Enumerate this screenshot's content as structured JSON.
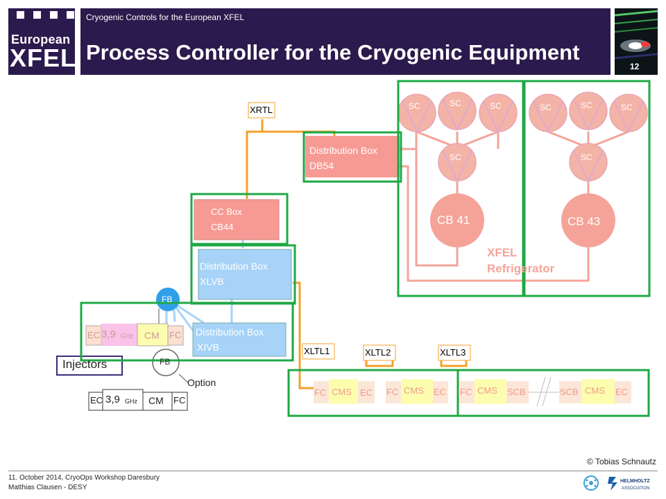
{
  "header": {
    "subtitle": "Cryogenic Controls for the European XFEL",
    "title": "Process Controller for the Cryogenic Equipment",
    "page_number": "12",
    "logo_line1": "European",
    "logo_line2": "XFEL"
  },
  "diagram": {
    "sc_label": "SC",
    "cb41": "CB 41",
    "cb43": "CB 43",
    "refrigerator_line1": "XFEL",
    "refrigerator_line2": "Refrigerator",
    "db54_line1": "Distribution Box",
    "db54_line2": "DB54",
    "ccbox_line1": "CC Box",
    "ccbox_line2": "CB44",
    "xlvb_line1": "Distribution Box",
    "xlvb_line2": "XLVB",
    "xivb_line1": "Distribution Box",
    "xivb_line2": "XIVB",
    "xrtl": "XRTL",
    "xltl1": "XLTL1",
    "xltl2": "XLTL2",
    "xltl3": "XLTL3",
    "fb": "FB",
    "injectors": "Injectors",
    "option": "Option",
    "ec": "EC",
    "fc": "FC",
    "cm": "CM",
    "cms": "CMS",
    "scb": "SCB",
    "ghz_value": "3,9",
    "ghz_unit": "GHz",
    "colors": {
      "salmon": "#f5a398",
      "sc_fill": "#f3b3a6",
      "box_red": "#f79a94",
      "box_blue": "#a6d3f7",
      "green": "#1ea846",
      "orange": "#f3a02b",
      "cm_yellow": "#fdfdb0",
      "ghz_pink": "#f9c2e8"
    }
  },
  "footer": {
    "line1": "11. October 2014, CryoOps Workshop Daresbury",
    "line2": "Matthias Clausen - DESY",
    "copyright": "© Tobias Schnautz"
  }
}
